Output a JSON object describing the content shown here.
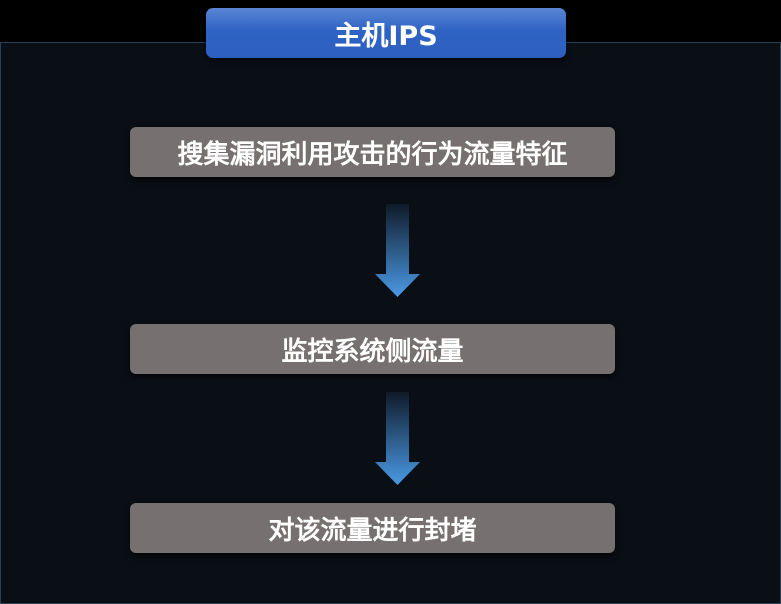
{
  "title": "主机IPS",
  "steps": [
    "搜集漏洞利用攻击的行为流量特征",
    "监控系统侧流量",
    "对该流量进行封堵"
  ],
  "colors": {
    "title": "#2e63c4",
    "step": "#767170",
    "arrow": "#4a9ae6",
    "background": "#0a0f16"
  }
}
